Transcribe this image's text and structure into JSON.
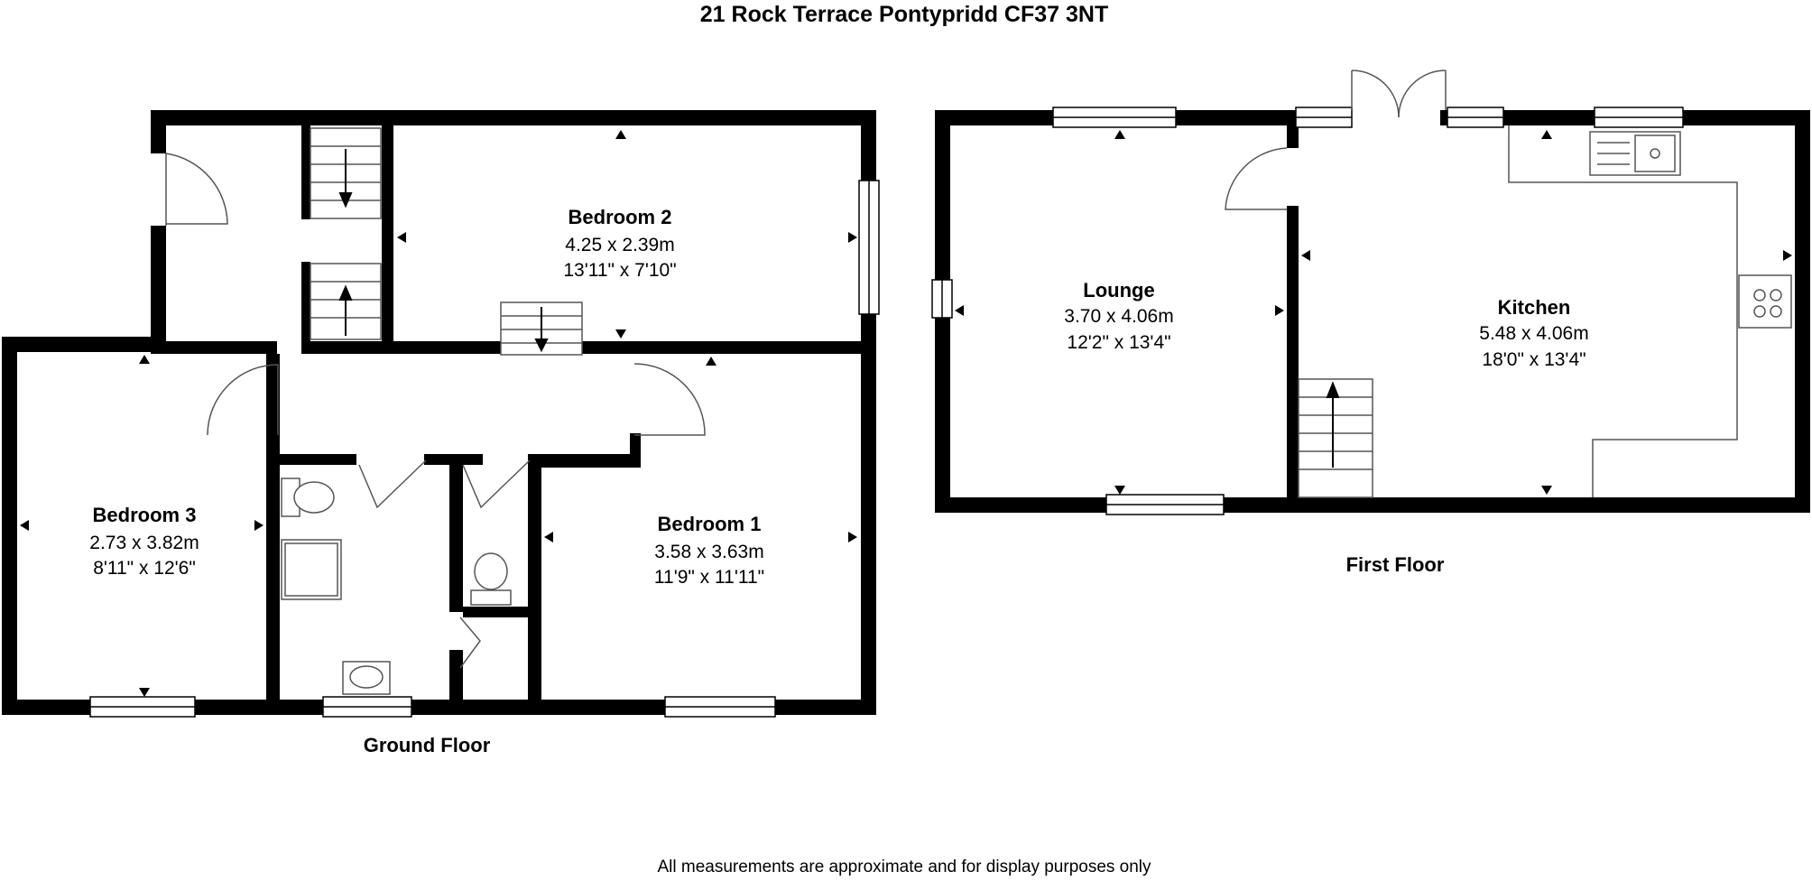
{
  "title": "21 Rock Terrace Pontypridd CF37 3NT",
  "disclaimer": "All measurements are approximate and for display purposes only",
  "floors": {
    "ground": {
      "label": "Ground Floor",
      "rooms": {
        "bedroom2": {
          "name": "Bedroom 2",
          "metric": "4.25 x 2.39m",
          "imperial": "13'11\" x 7'10\""
        },
        "bedroom3": {
          "name": "Bedroom 3",
          "metric": "2.73 x 3.82m",
          "imperial": "8'11\" x 12'6\""
        },
        "bedroom1": {
          "name": "Bedroom 1",
          "metric": "3.58 x 3.63m",
          "imperial": "11'9\" x 11'11\""
        }
      }
    },
    "first": {
      "label": "First Floor",
      "rooms": {
        "lounge": {
          "name": "Lounge",
          "metric": "3.70 x 4.06m",
          "imperial": "12'2\" x 13'4\""
        },
        "kitchen": {
          "name": "Kitchen",
          "metric": "5.48 x 4.06m",
          "imperial": "18'0\" x 13'4\""
        }
      }
    }
  },
  "colors": {
    "wall": "#000000",
    "fixture": "#555555",
    "background": "#ffffff"
  }
}
